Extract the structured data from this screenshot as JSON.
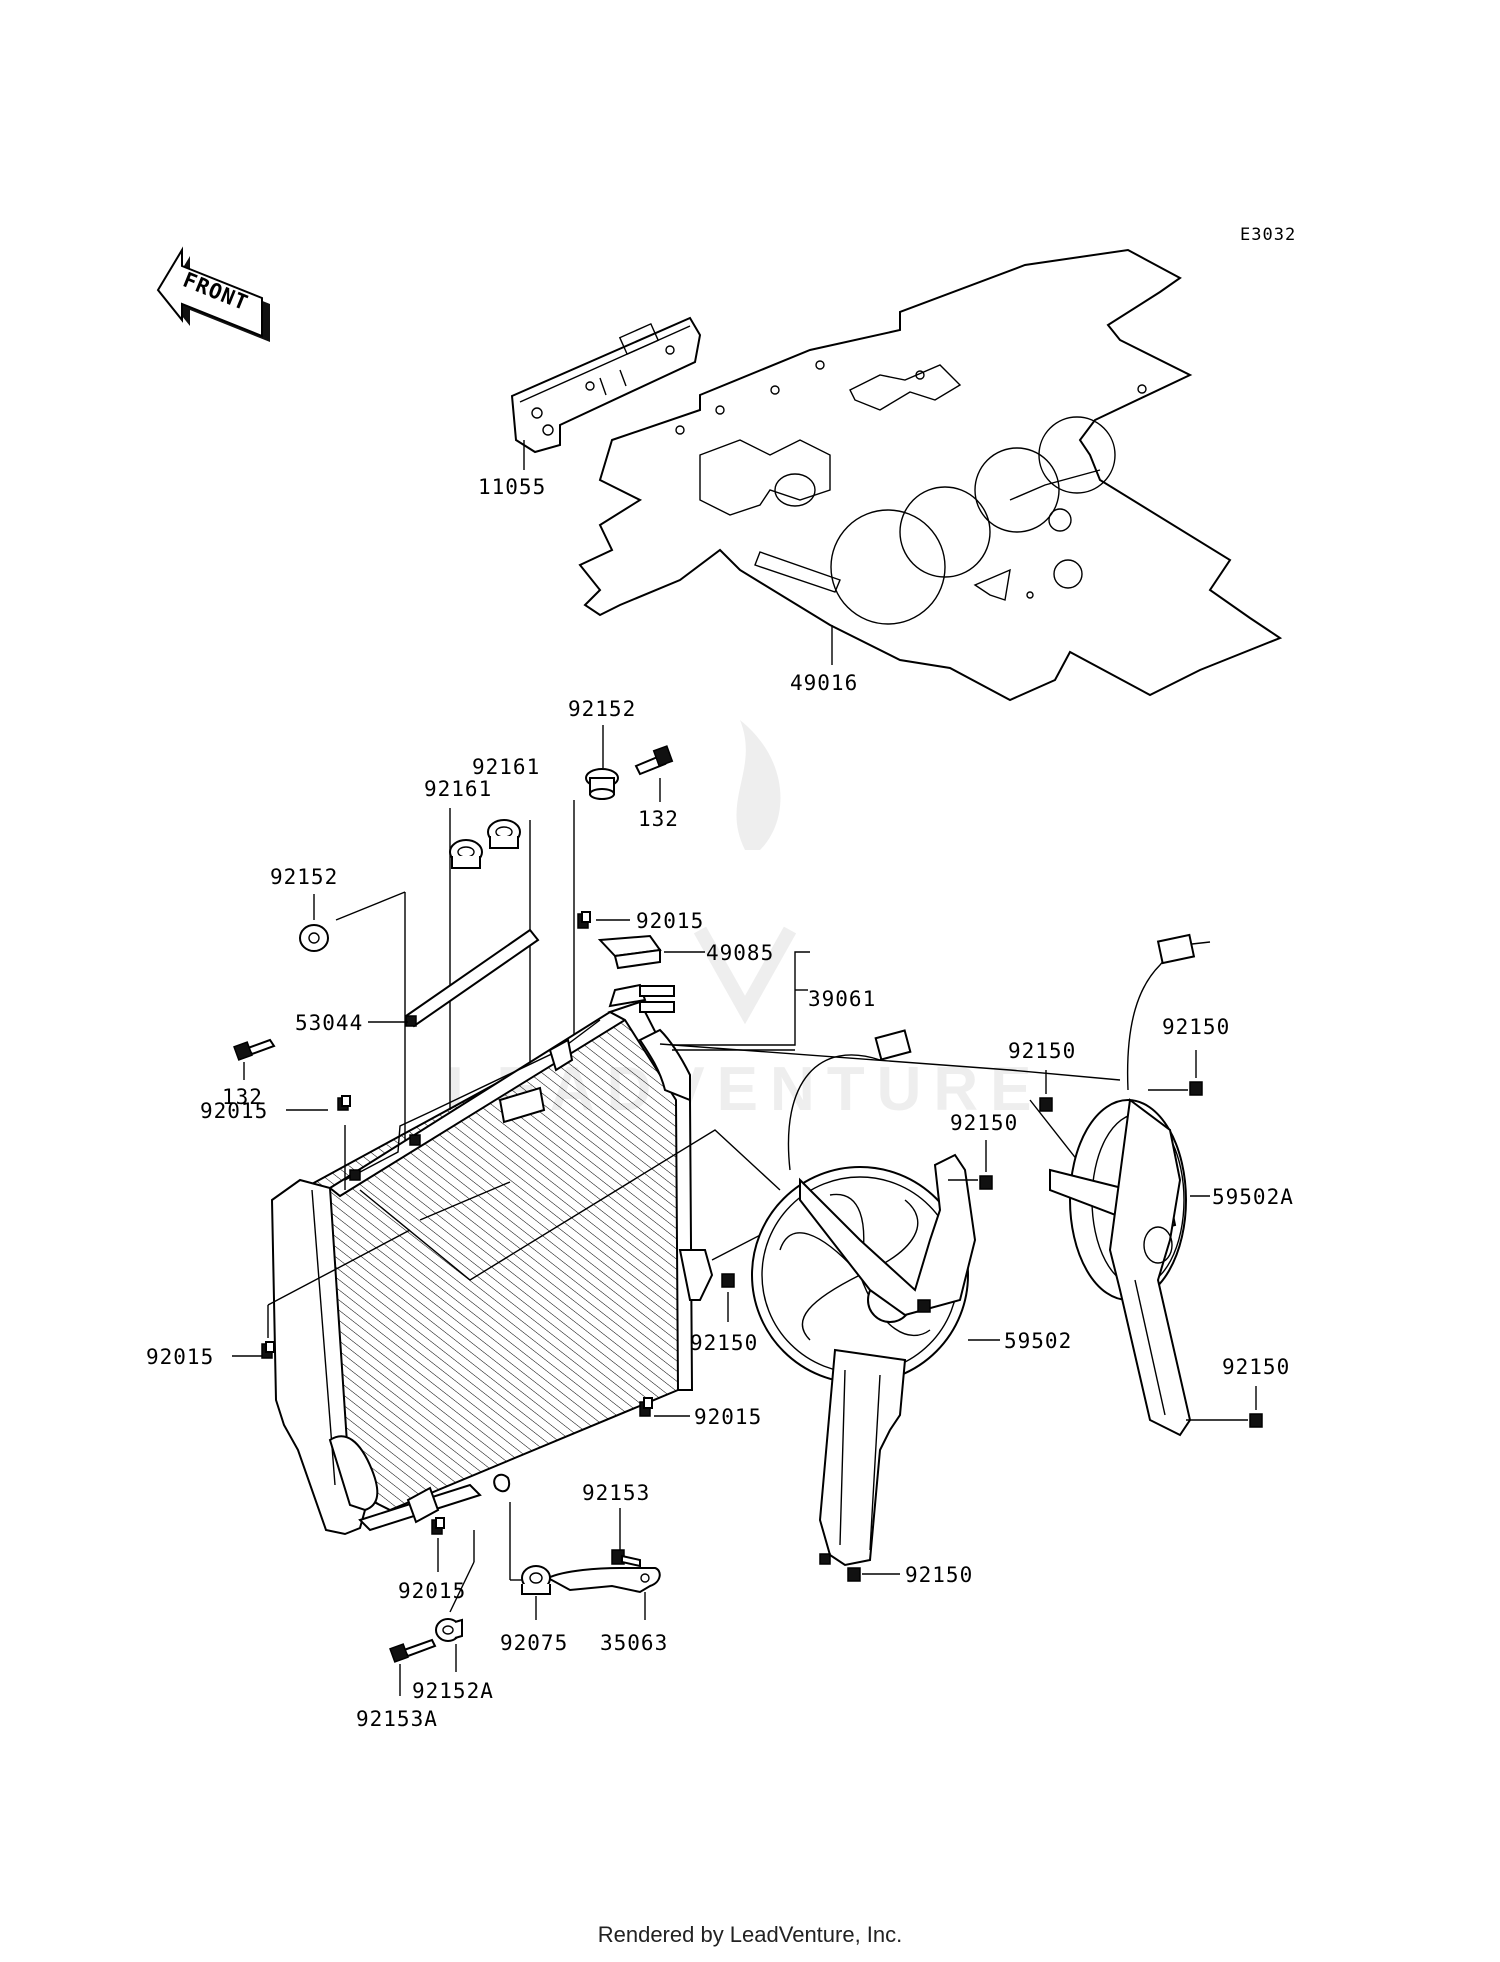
{
  "diagram": {
    "reference_code": "E3032",
    "front_indicator": "FRONT",
    "watermark": "LEADVENTURE",
    "parts": [
      {
        "id": "p11055",
        "number": "11055",
        "name": "bracket"
      },
      {
        "id": "p49016",
        "number": "49016",
        "name": "insulator plate"
      },
      {
        "id": "p92152_top",
        "number": "92152",
        "name": "collar"
      },
      {
        "id": "p132_top",
        "number": "132",
        "name": "bolt"
      },
      {
        "id": "p92161_a",
        "number": "92161",
        "name": "grommet"
      },
      {
        "id": "p92161_b",
        "number": "92161",
        "name": "grommet"
      },
      {
        "id": "p92152_left",
        "number": "92152",
        "name": "collar"
      },
      {
        "id": "p92015_top",
        "number": "92015",
        "name": "nut"
      },
      {
        "id": "p49085",
        "number": "49085",
        "name": "radiator cap"
      },
      {
        "id": "p39061",
        "number": "39061",
        "name": "radiator"
      },
      {
        "id": "p53044",
        "number": "53044",
        "name": "rod"
      },
      {
        "id": "p132_left",
        "number": "132",
        "name": "bolt"
      },
      {
        "id": "p92015_left_upper",
        "number": "92015",
        "name": "nut"
      },
      {
        "id": "p92015_left_lower",
        "number": "92015",
        "name": "nut"
      },
      {
        "id": "p92015_right",
        "number": "92015",
        "name": "nut"
      },
      {
        "id": "p92015_bottom",
        "number": "92015",
        "name": "nut"
      },
      {
        "id": "p92150_a",
        "number": "92150",
        "name": "nut"
      },
      {
        "id": "p92150_b",
        "number": "92150",
        "name": "nut"
      },
      {
        "id": "p92150_c",
        "number": "92150",
        "name": "nut"
      },
      {
        "id": "p92150_d",
        "number": "92150",
        "name": "nut"
      },
      {
        "id": "p92150_e",
        "number": "92150",
        "name": "nut"
      },
      {
        "id": "p92150_f",
        "number": "92150",
        "name": "nut"
      },
      {
        "id": "p59502",
        "number": "59502",
        "name": "fan"
      },
      {
        "id": "p59502A",
        "number": "59502A",
        "name": "fan"
      },
      {
        "id": "p92153",
        "number": "92153",
        "name": "bolt"
      },
      {
        "id": "p35063",
        "number": "35063",
        "name": "bracket"
      },
      {
        "id": "p92075",
        "number": "92075",
        "name": "grommet"
      },
      {
        "id": "p92152A",
        "number": "92152A",
        "name": "collar"
      },
      {
        "id": "p92153A",
        "number": "92153A",
        "name": "bolt"
      }
    ]
  },
  "footer": {
    "text": "Rendered by LeadVenture, Inc."
  }
}
